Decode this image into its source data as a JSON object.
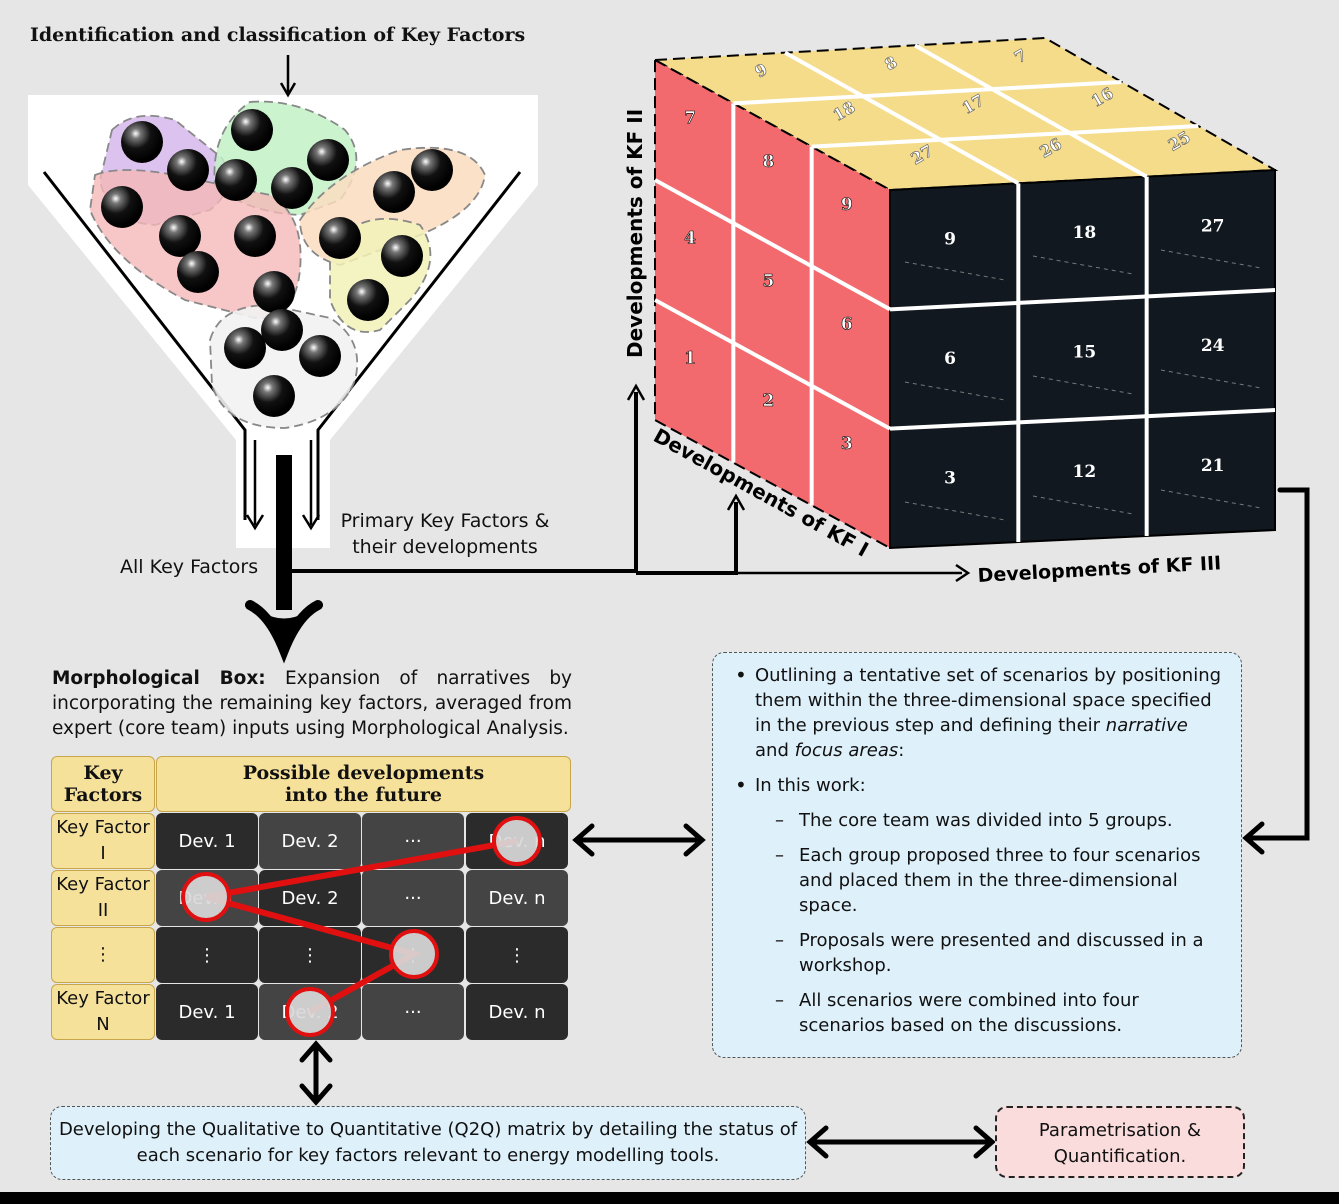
{
  "funnel": {
    "title": "Identification and classification of Key Factors",
    "primary_label": "Primary Key Factors & their developments",
    "all_label": "All Key Factors"
  },
  "cube": {
    "axis_kf1": "Developments of KF I",
    "axis_kf2": "Developments of KF II",
    "axis_kf3": "Developments of KF III",
    "front_numbers": [
      "7",
      "8",
      "9",
      "4",
      "5",
      "6",
      "1",
      "2",
      "3"
    ],
    "right_numbers": [
      "9",
      "18",
      "27",
      "6",
      "15",
      "24",
      "3",
      "12",
      "21"
    ],
    "top_numbers": [
      "7",
      "16",
      "25",
      "8",
      "17",
      "26",
      "9",
      "18",
      "27"
    ],
    "colors": {
      "front": "#f26a6e",
      "right": "#111820",
      "top": "#f5dc8a"
    }
  },
  "morph": {
    "title_bold": "Morphological Box:",
    "description": "Expansion of narratives by incorporating the remaining key factors, averaged from expert (core team) inputs using Morphological Analysis.",
    "header_kf": "Key Factors",
    "header_dev": "Possible developments into the future",
    "rows": [
      {
        "label": "Key Factor I",
        "cells": [
          "Dev. 1",
          "Dev. 2",
          "···",
          "Dev. n"
        ]
      },
      {
        "label": "Key Factor II",
        "cells": [
          "Dev. 1",
          "Dev. 2",
          "···",
          "Dev. n"
        ]
      },
      {
        "label": "⋮",
        "cells": [
          "⋮",
          "⋮",
          "⋮",
          "⋮"
        ]
      },
      {
        "label": "Key Factor N",
        "cells": [
          "Dev. 1",
          "Dev. 2",
          "···",
          "Dev. n"
        ]
      }
    ]
  },
  "scenarios": {
    "bullet1_a": "Outlining a tentative set of scenarios by positioning them within the three-dimensional space specified in the previous step and defining their ",
    "bullet1_narr": "narrative",
    "bullet1_and": " and ",
    "bullet1_focus": "focus areas",
    "bullet1_end": ":",
    "bullet2": "In this work:",
    "subitems": [
      "The core team was divided into 5 groups.",
      "Each group proposed three to four scenarios and placed them in the three-dimensional space.",
      "Proposals were presented and discussed in a workshop.",
      "All scenarios were combined into four scenarios based on the discussions."
    ]
  },
  "q2q": "Developing the Qualitative to Quantitative (Q2Q) matrix by detailing the status of each scenario for key factors relevant to energy modelling tools.",
  "param": "Parametrisation & Quantification."
}
